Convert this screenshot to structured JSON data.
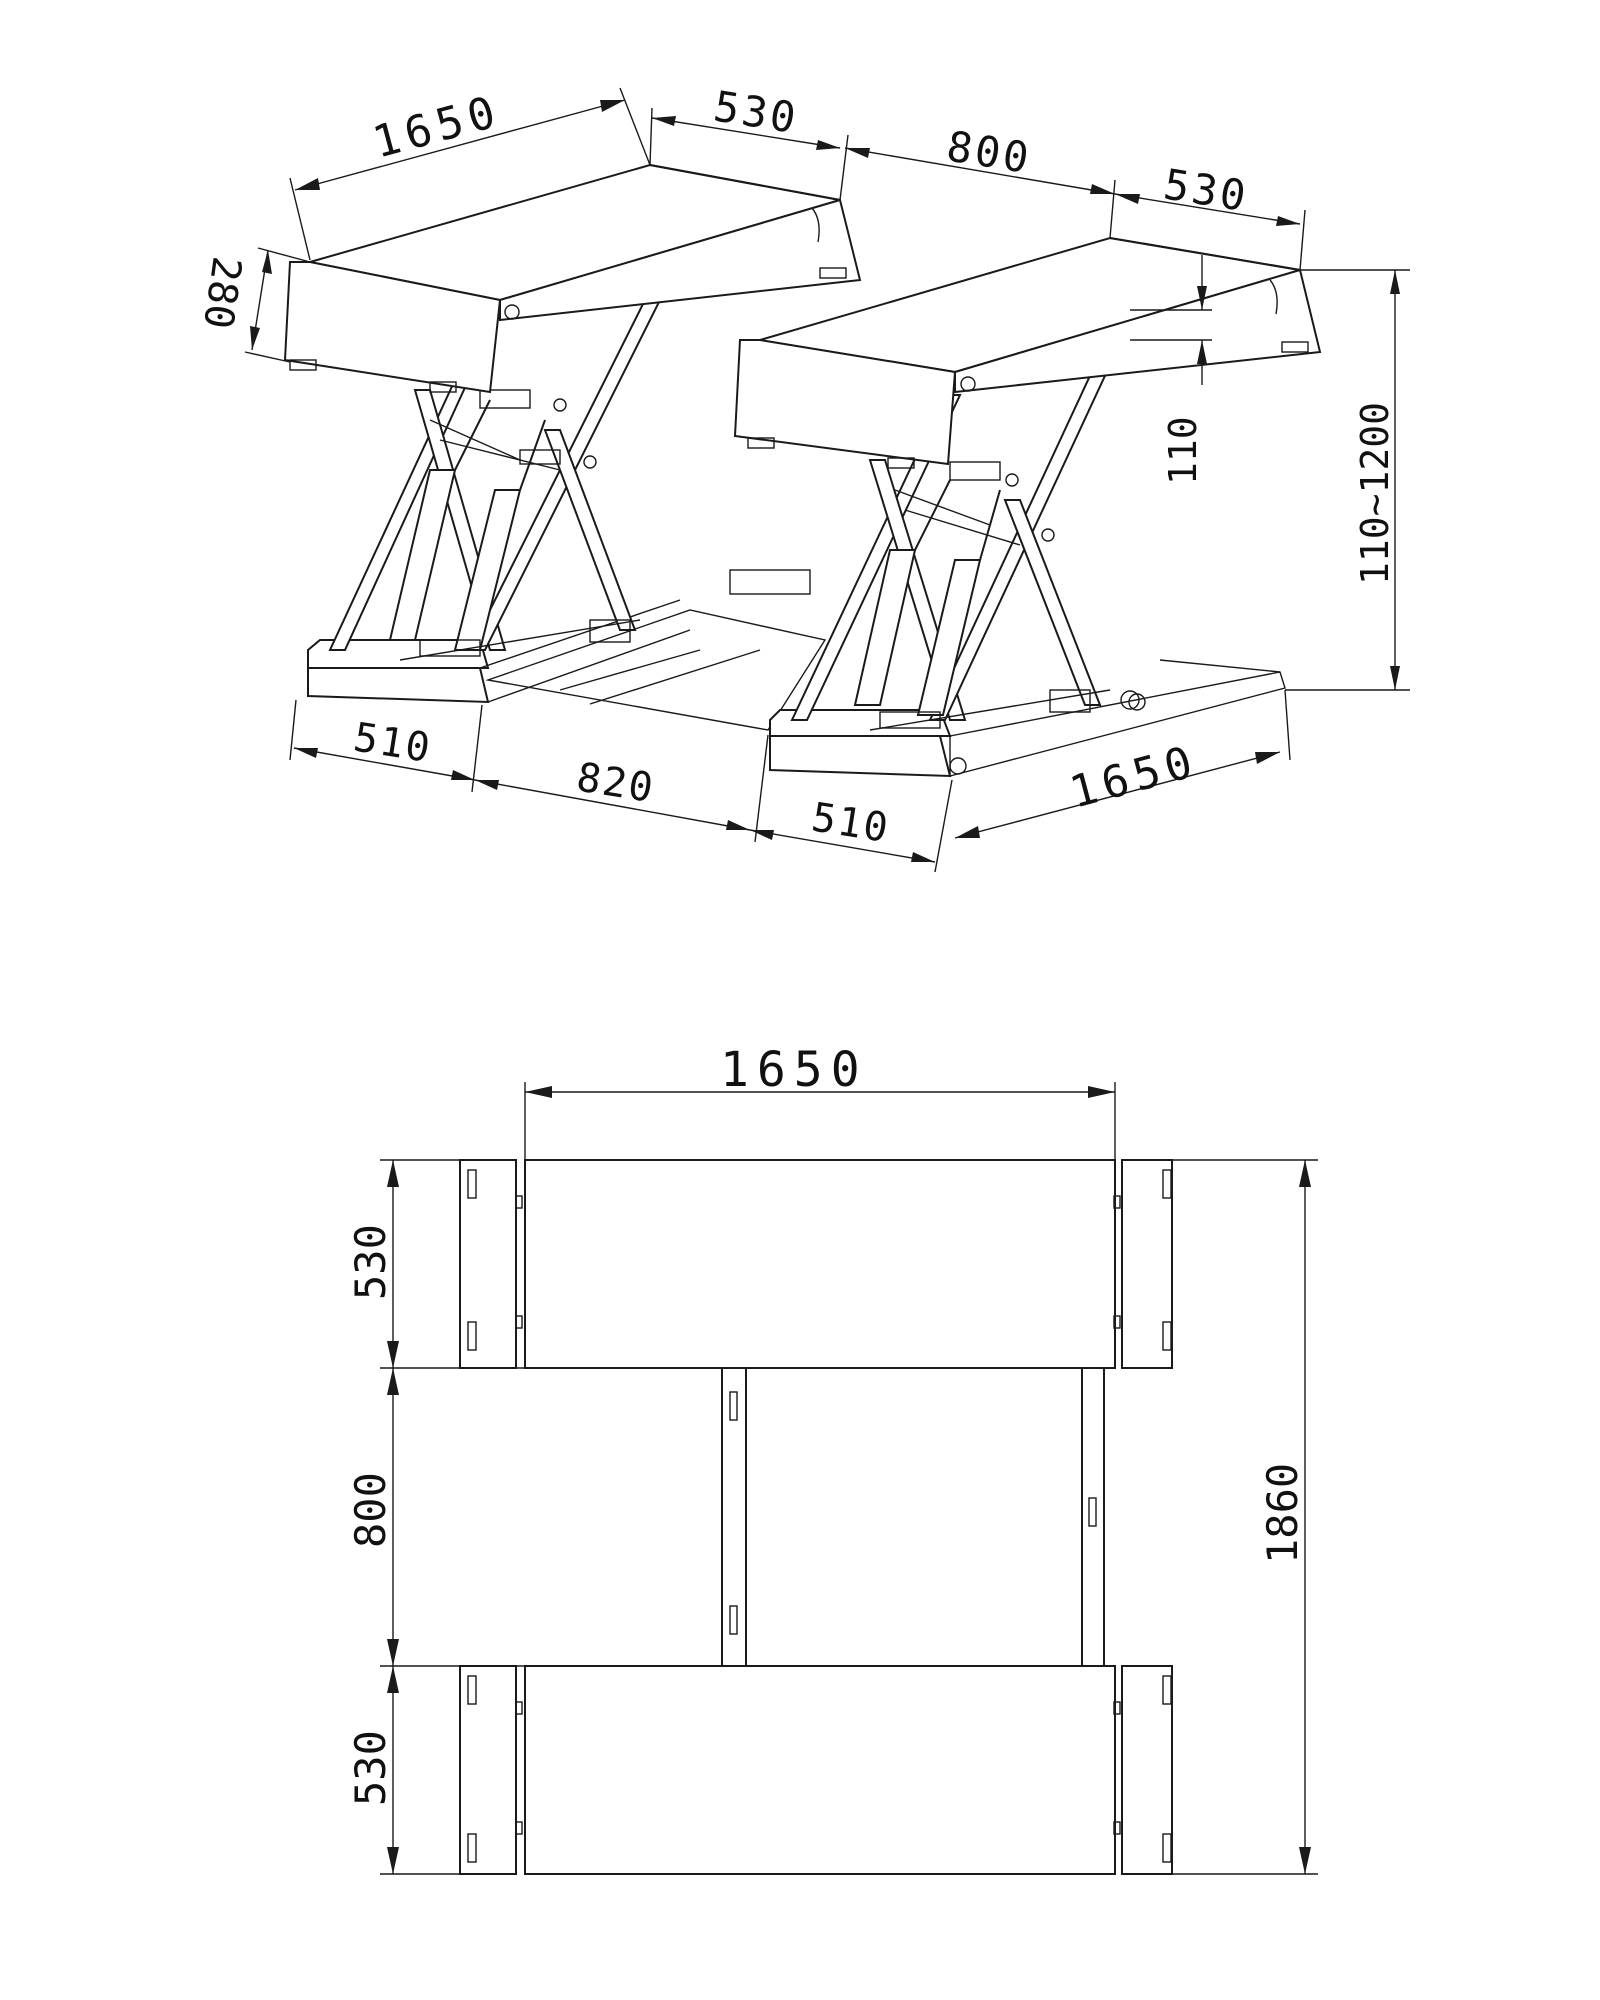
{
  "isometric_view": {
    "dim_platform_length_top": "1650",
    "dim_platform_width_left": "530",
    "dim_gap_top": "800",
    "dim_platform_width_right": "530",
    "dim_platform_height_left": "280",
    "dim_min_height": "110",
    "dim_lift_range": "110~1200",
    "dim_base_left": "510",
    "dim_base_gap": "820",
    "dim_base_right": "510",
    "dim_base_length": "1650"
  },
  "plan_view": {
    "dim_length_top": "1650",
    "dim_width_top": "530",
    "dim_gap": "800",
    "dim_width_bottom": "530",
    "dim_total_width": "1860"
  }
}
